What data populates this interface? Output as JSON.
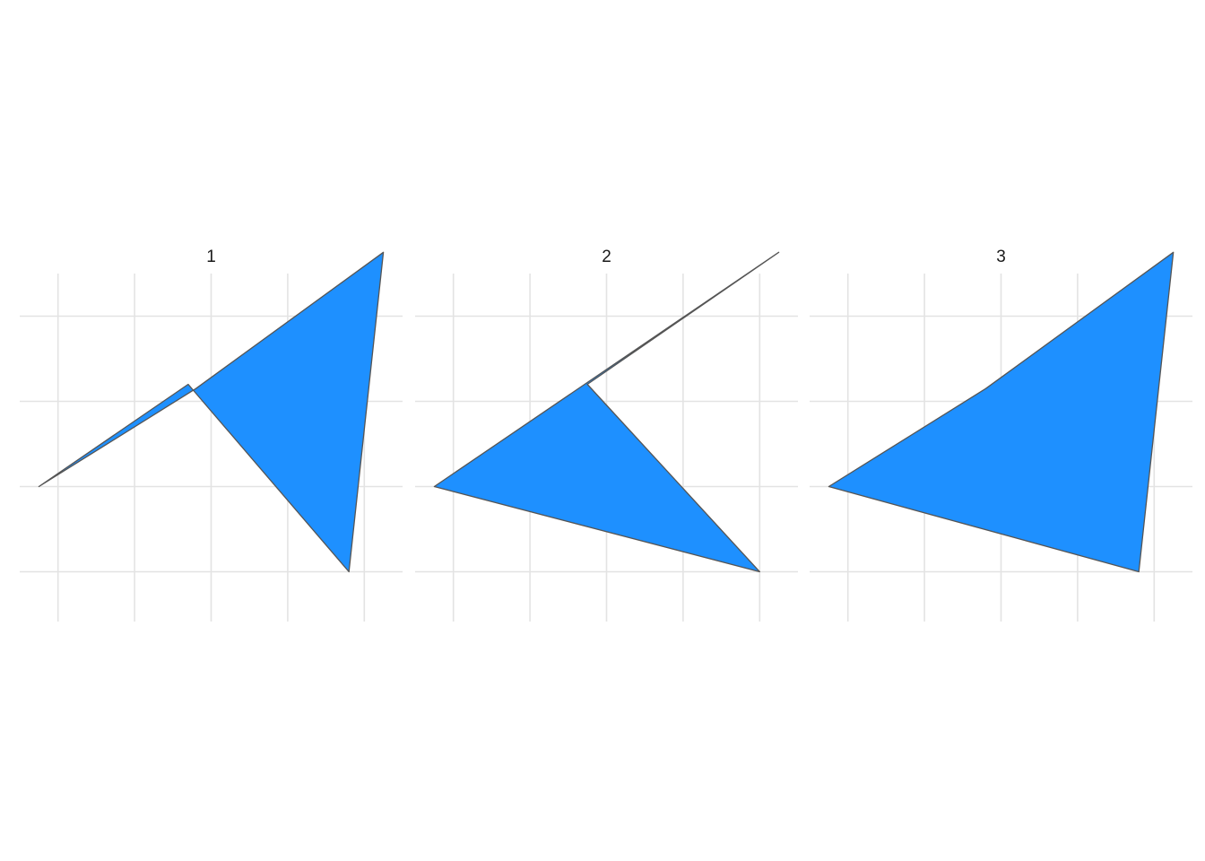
{
  "colors": {
    "fill": "#1E90FF",
    "outline": "#555555",
    "grid": "#e3e3e3",
    "background": "#ffffff"
  },
  "chart_data": {
    "type": "polygon-facets",
    "facets": [
      "1",
      "2",
      "3"
    ],
    "grid": true,
    "axis_labels_visible": false,
    "xlim": [
      0,
      5
    ],
    "ylim": [
      0,
      4
    ],
    "x_gridlines": [
      0.5,
      1.5,
      2.5,
      3.5,
      4.5
    ],
    "y_gridlines": [
      0.5,
      1.5,
      2.5,
      3.5
    ],
    "panels": [
      {
        "label": "1",
        "vertices": [
          [
            0.25,
            1.5
          ],
          [
            2.3,
            2.65
          ],
          [
            4.75,
            4.25
          ],
          [
            4.3,
            0.5
          ],
          [
            2.2,
            2.7
          ],
          [
            0.25,
            1.5
          ]
        ]
      },
      {
        "label": "2",
        "vertices": [
          [
            0.25,
            1.5
          ],
          [
            4.75,
            4.25
          ],
          [
            2.25,
            2.7
          ],
          [
            4.5,
            0.5
          ],
          [
            0.25,
            1.5
          ]
        ]
      },
      {
        "label": "3",
        "vertices": [
          [
            0.25,
            1.5
          ],
          [
            2.3,
            2.65
          ],
          [
            4.75,
            4.25
          ],
          [
            4.3,
            0.5
          ],
          [
            0.25,
            1.5
          ]
        ]
      }
    ]
  }
}
